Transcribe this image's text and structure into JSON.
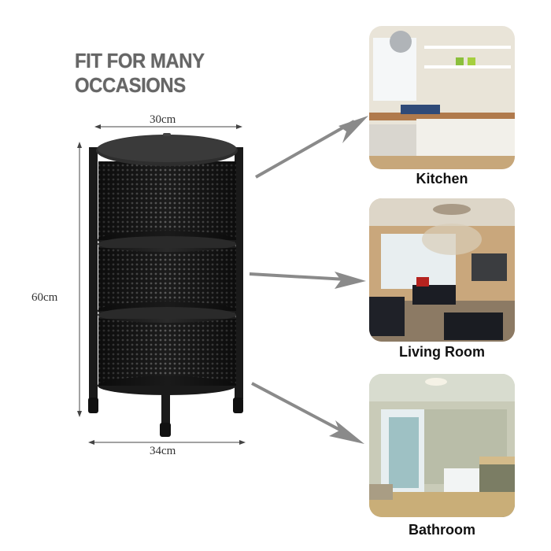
{
  "heading": "FIT FOR MANY OCCASIONS",
  "product": {
    "name": "rotating-round-storage-rack",
    "tiers": 3,
    "color": "#1e1e1e",
    "dimensions": {
      "top_width": "30cm",
      "height": "60cm",
      "base_width": "34cm"
    }
  },
  "rooms": [
    {
      "label": "Kitchen"
    },
    {
      "label": "Living Room"
    },
    {
      "label": "Bathroom"
    }
  ],
  "colors": {
    "heading": "#666666",
    "arrow": "#8a8a8a",
    "background": "#ffffff"
  }
}
